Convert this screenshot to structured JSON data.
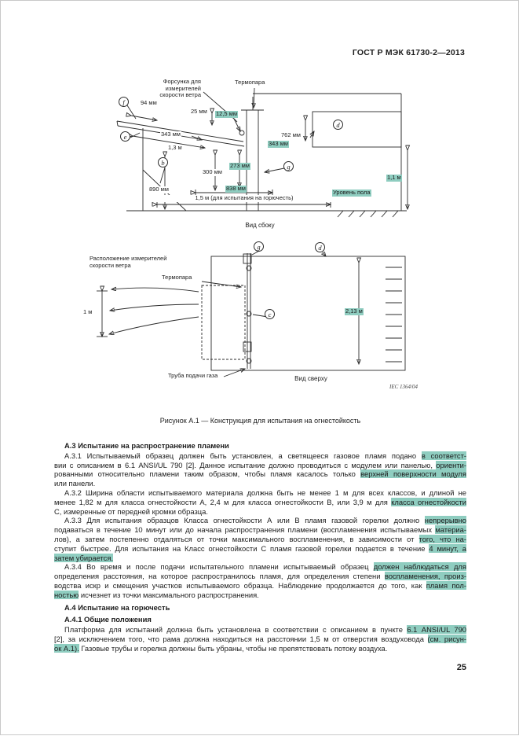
{
  "colors": {
    "highlight": "#8fcdc0",
    "ink": "#1c1c1c"
  },
  "header": {
    "doc_number": "ГОСТ Р МЭК 61730-2—2013"
  },
  "figure": {
    "caption": "Рисунок А.1 — Конструкция для испытания на огнестойкость",
    "side_view": {
      "caption": "Вид сбоку",
      "nozzle_label": [
        "Форсунка для",
        "измерителей",
        "скорости ветра"
      ],
      "thermocouple_label": "Термопара",
      "floor_label": "Уровень пола",
      "dims": {
        "d94": "94 мм",
        "d25": "25 мм",
        "d125": "12,5 мм",
        "d343a": "343 мм",
        "d13": "1,3 м",
        "d343b": "343 мм",
        "d762": "762 мм",
        "d300": "300 мм",
        "d273": "273 мм",
        "d890": "890 мм",
        "d838": "838 мм",
        "d15": "1,5 м (для испытания на горючесть)",
        "d11": "1,1 м"
      },
      "callouts": {
        "f": "f",
        "e": "e",
        "b": "b",
        "d": "d",
        "g": "g"
      }
    },
    "top_view": {
      "caption": "Вид сверху",
      "wind_label": [
        "Расположение измерителей",
        "скорости ветра"
      ],
      "thermocouple_label": "Термопара",
      "gas_pipe_label": "Труба подачи газа",
      "dims": {
        "d1": "1 м",
        "d213": "2,13 м"
      },
      "callouts": {
        "g": "g",
        "d": "d",
        "c": "c"
      },
      "iec_ref": "IEC  1364/04"
    }
  },
  "body": {
    "blocks": [
      {
        "type": "h",
        "text": "А.3 Испытание на распространение пламени"
      },
      {
        "type": "p",
        "lines": [
          [
            {
              "t": "А.3.1 Испытываемый образец должен быть установлен, а светящееся газовое пламя подано "
            },
            {
              "t": "в соответст-",
              "hl": true
            }
          ],
          [
            {
              "t": "вии с описанием в 6.1 ANSI/UL 790 [2]. Данное испытание должно проводиться с модулем или панелью, "
            },
            {
              "t": "ориенти-",
              "hl": true
            }
          ],
          [
            {
              "t": "рованными относительно пламени таким образом, чтобы пламя касалось только "
            },
            {
              "t": "верхней поверхности модуля",
              "hl": true
            }
          ],
          [
            {
              "t": "или панели."
            }
          ]
        ]
      },
      {
        "type": "p",
        "lines": [
          [
            {
              "t": "А.3.2 Ширина области испытываемого материала должна быть не менее 1 м для всех классов, и длиной не"
            }
          ],
          [
            {
              "t": "менее 1,82 м для класса огнестойкости А, 2,4 м для класса огнестойкости В, или 3,9 м для "
            },
            {
              "t": "класса огнестойкости",
              "hl": true
            }
          ],
          [
            {
              "t": "С, измеренные от передней кромки образца."
            }
          ]
        ]
      },
      {
        "type": "p",
        "lines": [
          [
            {
              "t": "А.3.3 Для испытания образцов Класса огнестойкости А или В пламя газовой горелки должно "
            },
            {
              "t": "непрерывно",
              "hl": true
            }
          ],
          [
            {
              "t": "подаваться в течение 10 минут или до начала распространения пламени (воспламенения испытываемых "
            },
            {
              "t": "материа-",
              "hl": true
            }
          ],
          [
            {
              "t": "лов), а затем постепенно отдаляться от точки максимального воспламенения, в зависимости от "
            },
            {
              "t": "того, что на-",
              "hl": true
            }
          ],
          [
            {
              "t": "ступит быстрее. Для испытания на Класс огнестойкости С пламя газовой горелки подается в течение "
            },
            {
              "t": "4 минут, а",
              "hl": true
            }
          ],
          [
            {
              "t": "затем убирается.",
              "hl": true
            }
          ]
        ]
      },
      {
        "type": "p",
        "lines": [
          [
            {
              "t": "А.3.4 Во время и после подачи испытательного пламени испытываемый образец "
            },
            {
              "t": "должен наблюдаться для",
              "hl": true
            }
          ],
          [
            {
              "t": "определения расстояния, на которое распространилось пламя, для определения степени "
            },
            {
              "t": "воспламенения, произ-",
              "hl": true
            }
          ],
          [
            {
              "t": "водства искр и смещения участков испытываемого образца. Наблюдение продолжается до того, как "
            },
            {
              "t": "пламя пол-",
              "hl": true
            }
          ],
          [
            {
              "t": "ностью",
              "hl": true
            },
            {
              "t": " исчезнет из точки максимального распространения."
            }
          ]
        ]
      },
      {
        "type": "h",
        "text": "А.4 Испытание на горючесть"
      },
      {
        "type": "h",
        "text": "А.4.1 Общие положения"
      },
      {
        "type": "p",
        "lines": [
          [
            {
              "t": "Платформа для испытаний должна быть установлена в соответствии с описанием в пункте "
            },
            {
              "t": "6.1 ANSI/UL 790",
              "hl": true
            }
          ],
          [
            {
              "t": "[2], за исключением того, что рама должна находиться на расстоянии 1,5 м от отверстия воздуховода "
            },
            {
              "t": "(см. рисун-",
              "hl": true
            }
          ],
          [
            {
              "t": "ок А.1).",
              "hl": true
            },
            {
              "t": " Газовые трубы и горелка должны быть убраны, чтобы не препятствовать потоку воздуха."
            }
          ]
        ]
      }
    ]
  },
  "page_number": "25"
}
